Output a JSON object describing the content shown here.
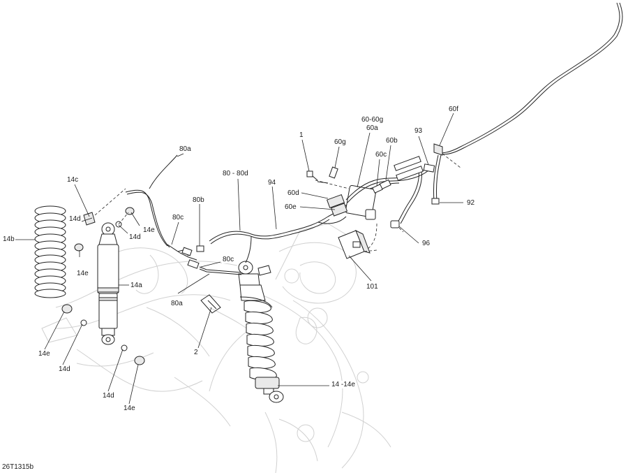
{
  "drawing_number": "26T1315b",
  "callouts": {
    "c1": "1",
    "c2": "2",
    "c14a": "14a",
    "c14b": "14b",
    "c14c": "14c",
    "c14d_1": "14d",
    "c14d_2": "14d",
    "c14d_3": "14d",
    "c14d_4": "14d",
    "c14e_1": "14e",
    "c14e_2": "14e",
    "c14e_3": "14e",
    "c14e_4": "14e",
    "c14_14e": "14 -14e",
    "c60_60g": "60-60g",
    "c60a": "60a",
    "c60b": "60b",
    "c60c": "60c",
    "c60d": "60d",
    "c60e": "60e",
    "c60f": "60f",
    "c60g": "60g",
    "c80_80d": "80 - 80d",
    "c80a_1": "80a",
    "c80a_2": "80a",
    "c80b": "80b",
    "c80c_1": "80c",
    "c80c_2": "80c",
    "c92": "92",
    "c93": "93",
    "c94": "94",
    "c96": "96",
    "c101": "101"
  }
}
